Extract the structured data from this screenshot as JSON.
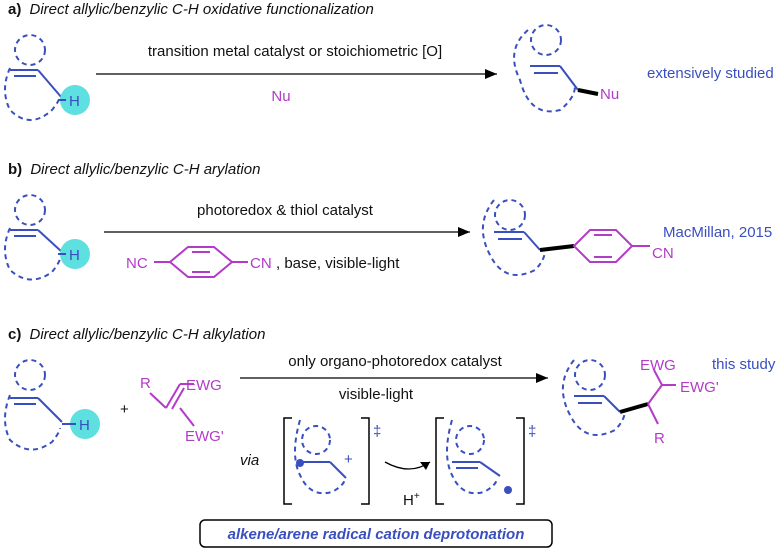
{
  "sections": {
    "a": {
      "label": "a)",
      "title": "Direct allylic/benzylic C-H oxidative functionalization",
      "reagent_top": "transition metal catalyst or stoichiometric [O]",
      "reagent_bottom": "Nu",
      "h_label": "H",
      "product_group": "Nu",
      "note": "extensively studied"
    },
    "b": {
      "label": "b)",
      "title": "Direct allylic/benzylic C-H arylation",
      "reagent_top": "photoredox & thiol catalyst",
      "reagent_left_group": "NC",
      "reagent_right_group": "CN",
      "reagent_tail": ", base, visible-light",
      "h_label": "H",
      "product_group": "CN",
      "note": "MacMillan, 2015"
    },
    "c": {
      "label": "c)",
      "title": "Direct allylic/benzylic C-H alkylation",
      "h_label": "H",
      "plus": "+",
      "acceptor_r": "R",
      "acceptor_ewg": "EWG",
      "acceptor_ewg2": "EWG'",
      "reagent_top": "only organo-photoredox catalyst",
      "reagent_bottom": "visible-light",
      "via": "via",
      "dagger": "‡",
      "plus_charge": "+",
      "h_plus": "H",
      "h_plus_sup": "+",
      "product_ewg": "EWG",
      "product_ewg2": "EWG'",
      "product_r": "R",
      "note": "this study",
      "banner": "alkene/arene radical cation deprotonation"
    }
  },
  "colors": {
    "blue": "#3a4fbf",
    "magenta": "#b23bc7",
    "cyan": "#5fe0e0"
  }
}
